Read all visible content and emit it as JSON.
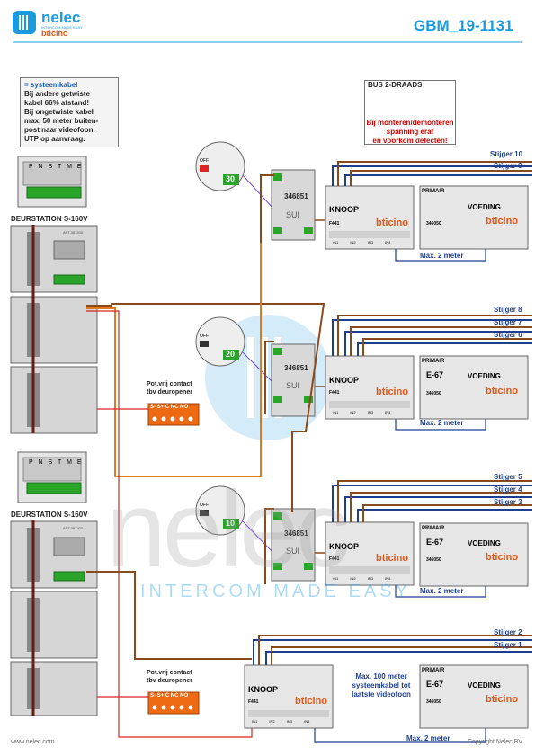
{
  "header": {
    "brand": "nelec",
    "brand_sub": "INTERCOM MADE EASY",
    "partner": "bticino",
    "doc_code": "GBM_19-1131"
  },
  "notes": {
    "cable_legend": "= systeemkabel",
    "cable_lines": [
      "Bij andere getwiste",
      "kabel 66% afstand!",
      "Bij ongetwiste kabel",
      "max. 50 meter buiten-",
      "post naar videofoon.",
      "UTP op aanvraag."
    ],
    "bus_title": "BUS 2-DRAADS",
    "bus_lines": [
      "Bij monteren/demonteren",
      "spanning eraf",
      "en voorkom defecten!"
    ]
  },
  "door_stations": [
    {
      "label": "DEURSTATION S-160V",
      "keypad": [
        "P",
        "N",
        "S",
        "T",
        "M",
        "E"
      ],
      "module_code": "ART.351200"
    },
    {
      "label": "DEURSTATION S-160V",
      "keypad": [
        "P",
        "N",
        "S",
        "T",
        "M",
        "E"
      ],
      "module_code": "ART.351200"
    }
  ],
  "relay_contacts": [
    {
      "label_1": "Pot.vrij contact",
      "label_2": "tbv deuropener",
      "pins": "S-  S+ C NC NO"
    },
    {
      "label_1": "Pot.vrij contact",
      "label_2": "tbv deuropener",
      "pins": "S-  S+ C NC NO"
    }
  ],
  "dip_switches": [
    {
      "off_label": "OFF",
      "value": "30"
    },
    {
      "off_label": "OFF",
      "value": "20"
    },
    {
      "off_label": "OFF",
      "value": "10"
    }
  ],
  "interfaces": [
    {
      "code": "346851",
      "label": "SUI"
    },
    {
      "code": "346851",
      "label": "SUI"
    },
    {
      "code": "346851",
      "label": "SUI"
    }
  ],
  "knoop_modules": [
    {
      "title": "KNOOP",
      "code": "F441",
      "brand": "bticino",
      "inputs": [
        "IN1",
        "IN2",
        "IN3",
        "IN4"
      ]
    },
    {
      "title": "KNOOP",
      "code": "F441",
      "brand": "bticino",
      "inputs": [
        "IN1",
        "IN2",
        "IN3",
        "IN4"
      ]
    },
    {
      "title": "KNOOP",
      "code": "F441",
      "brand": "bticino",
      "inputs": [
        "IN1",
        "IN2",
        "IN3",
        "IN4"
      ]
    },
    {
      "title": "KNOOP",
      "code": "F441",
      "brand": "bticino",
      "inputs": [
        "IN1",
        "IN2",
        "IN3",
        "IN4"
      ]
    }
  ],
  "power_supplies": [
    {
      "primair": "PRIMAIR",
      "model": "",
      "title": "VOEDING",
      "code": "346050",
      "brand": "bticino"
    },
    {
      "primair": "PRIMAIR",
      "model": "E-67",
      "title": "VOEDING",
      "code": "346050",
      "brand": "bticino"
    },
    {
      "primair": "PRIMAIR",
      "model": "E-67",
      "title": "VOEDING",
      "code": "346050",
      "brand": "bticino"
    },
    {
      "primair": "PRIMAIR",
      "model": "E-67",
      "title": "VOEDING",
      "code": "346050",
      "brand": "bticino"
    }
  ],
  "risers": {
    "group1": [
      "Stijger 10",
      "Stijger  9"
    ],
    "group2": [
      "Stijger  8",
      "Stijger  7",
      "Stijger  6"
    ],
    "group3": [
      "Stijger  5",
      "Stijger  4",
      "Stijger  3"
    ],
    "group4": [
      "Stijger  2",
      "Stijger  1"
    ]
  },
  "distance_labels": [
    "Max. 2 meter",
    "Max. 2 meter",
    "Max. 2 meter",
    "Max. 2 meter"
  ],
  "long_note": [
    "Max. 100 meter",
    "systeemkabel tot",
    "laatste videofoon"
  ],
  "watermark": {
    "brand": "nelec",
    "tagline": "INTERCOM MADE EASY"
  },
  "footer": {
    "website": "www.nelec.com",
    "copyright": "Copyright Nelec BV"
  },
  "colors": {
    "brand_blue": "#1a9be0",
    "riser_blue": "#1e3f90",
    "cable_brown": "#8b4a1c",
    "cable_orange": "#e07a1a",
    "cable_red": "#d22",
    "relay_orange": "#ee6a12",
    "terminal_green": "#22aa22"
  }
}
